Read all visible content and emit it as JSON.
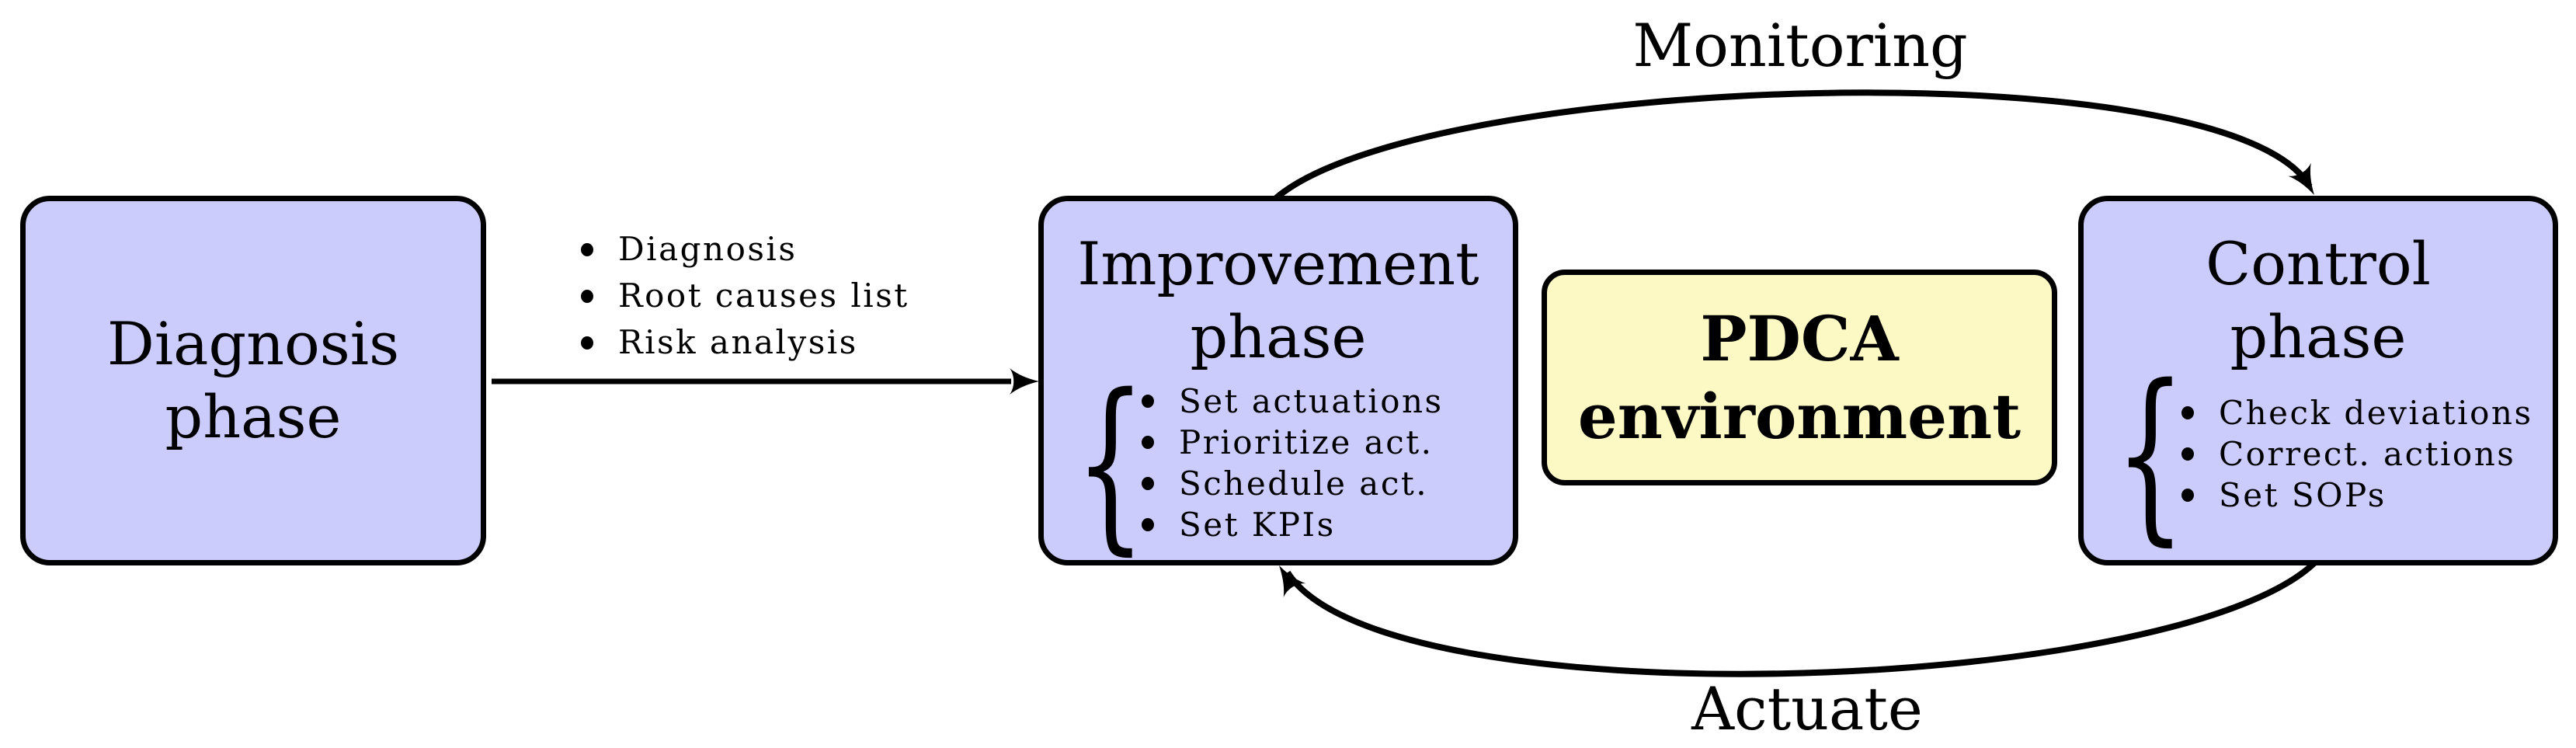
{
  "colors": {
    "background": "#ffffff",
    "phase_fill": "#ccccfc",
    "pdca_fill": "#fcf9c4",
    "stroke": "#000000"
  },
  "nodes": {
    "diagnosis": {
      "line1": "Diagnosis",
      "line2": "phase"
    },
    "improvement": {
      "line1": "Improvement",
      "line2": "phase",
      "items": [
        "Set actuations",
        "Prioritize act.",
        "Schedule act.",
        "Set KPIs"
      ]
    },
    "pdca": {
      "line1": "PDCA",
      "line2": "environment"
    },
    "control": {
      "line1": "Control",
      "line2": "phase",
      "items": [
        "Check deviations",
        "Correct. actions",
        "Set SOPs"
      ]
    }
  },
  "edges": {
    "diagnosis_to_improvement": {
      "items": [
        "Diagnosis",
        "Root causes list",
        "Risk analysis"
      ]
    },
    "monitoring": {
      "label": "Monitoring"
    },
    "actuate": {
      "label": "Actuate"
    }
  }
}
